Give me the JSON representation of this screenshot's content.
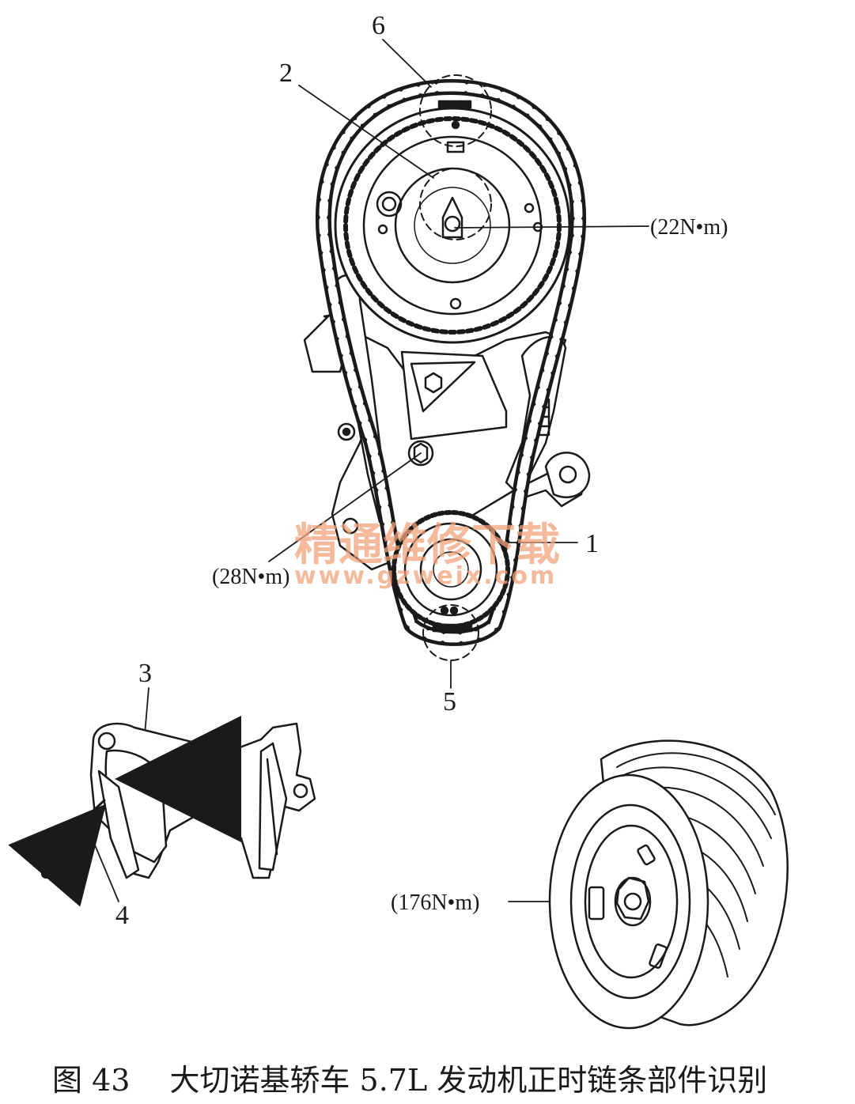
{
  "figure": {
    "number_label": "图 43",
    "caption": "大切诺基轿车 5.7L 发动机正时链条部件识别"
  },
  "callouts": {
    "c1": "1",
    "c2": "2",
    "c3": "3",
    "c4": "4",
    "c5": "5",
    "c6": "6"
  },
  "torque_labels": {
    "cam_bolt": "(22N•m)",
    "guide_bolt": "(28N•m)",
    "damper_bolt": "(176N•m)"
  },
  "watermark": {
    "text": "精通维修下载",
    "url": "www.gzweix.com"
  }
}
